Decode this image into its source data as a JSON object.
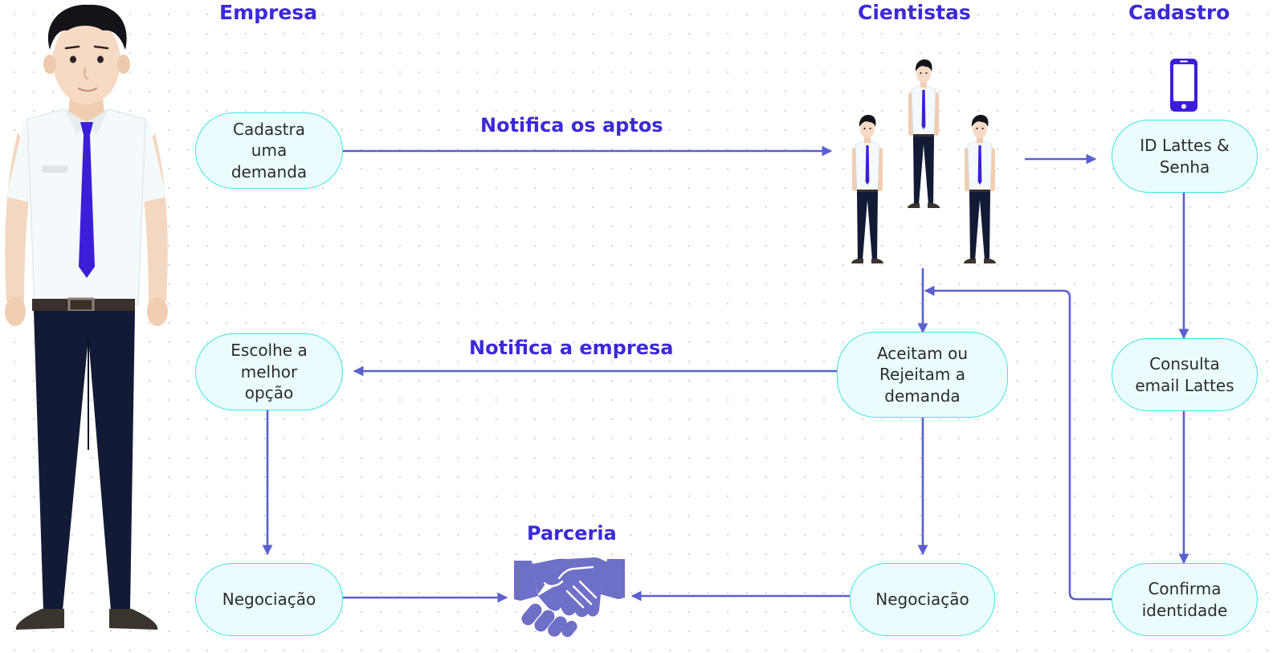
{
  "columns": {
    "empresa": "Empresa",
    "cientistas": "Cientistas",
    "cadastro": "Cadastro"
  },
  "edge_labels": {
    "notifica_aptos": "Notifica os aptos",
    "notifica_empresa": "Notifica a empresa",
    "parceria": "Parceria"
  },
  "nodes": {
    "cadastra_demanda": "Cadastra\numa\ndemanda",
    "id_lattes_senha": "ID Lattes &\nSenha",
    "escolhe_opcao": "Escolhe a\nmelhor\nopção",
    "aceitam_rejeitam": "Aceitam ou\nRejeitam a\ndemanda",
    "consulta_email": "Consulta\nemail Lattes",
    "negociacao_empresa": "Negociação",
    "negociacao_cientistas": "Negociação",
    "confirma_identidade": "Confirma\nidentidade"
  },
  "colors": {
    "title": "#3b2ad6",
    "arrow": "#5a5fd0",
    "node_fill": "#eafcfd",
    "node_border": "#3fe3e3",
    "phone": "#3b1fd8",
    "tie": "#3b1fd8",
    "handshake": "#6e6fc6"
  },
  "icons": [
    "businessman-icon",
    "scientists-group-icon",
    "smartphone-icon",
    "handshake-icon"
  ]
}
